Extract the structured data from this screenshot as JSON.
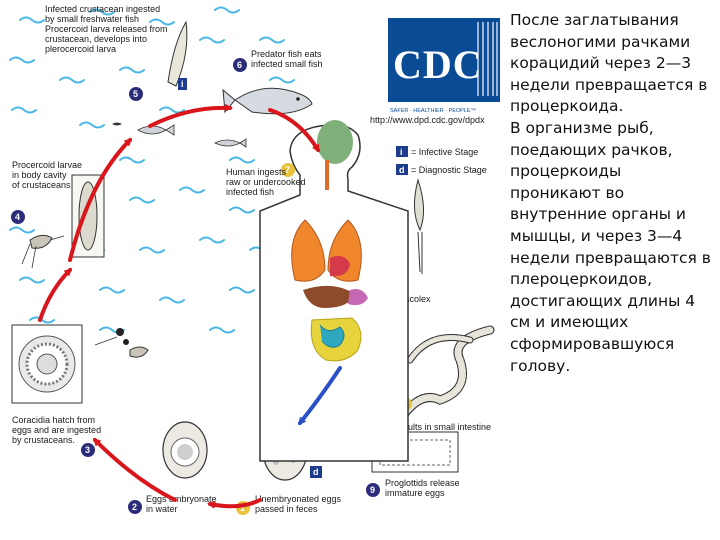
{
  "diagram": {
    "logo_text": "CDC",
    "logo_tagline": "SAFER · HEALTHIER · PEOPLE™",
    "url": "http://www.dpd.cdc.gov/dpdx",
    "legend": {
      "infective_letter": "i",
      "infective": "= Infective Stage",
      "diagnostic_letter": "d",
      "diagnostic": "= Diagnostic Stage"
    },
    "steps": {
      "s1": {
        "num": "1",
        "lines": [
          "Unembryonated eggs",
          "passed in feces"
        ]
      },
      "s2": {
        "num": "2",
        "lines": [
          "Eggs embryonate",
          "in water"
        ]
      },
      "s3": {
        "num": "3",
        "lines": [
          "Coracidia hatch from",
          "eggs and are ingested",
          "by crustaceans."
        ]
      },
      "s4": {
        "num": "4",
        "lines": [
          "Procercoid larvae",
          "in body cavity",
          "of crustaceans"
        ]
      },
      "s5": {
        "num": "5",
        "lines": [
          "Infected crustacean ingested",
          "by small freshwater fish",
          "Procercoid larva released from",
          "crustacean, develops into",
          "plerocercoid larva"
        ]
      },
      "s6": {
        "num": "6",
        "lines": [
          "Predator fish eats",
          "infected small fish"
        ]
      },
      "s7": {
        "num": "7",
        "lines": [
          "Human ingests",
          "raw or undercooked",
          "infected fish"
        ]
      },
      "s8": {
        "num": "8",
        "lines": [
          "Adults in small intestine"
        ]
      },
      "s9": {
        "num": "9",
        "lines": [
          "Proglottids release",
          "immature eggs"
        ]
      }
    },
    "scolex": "scolex"
  },
  "text": {
    "p1": "После заглатывания веслоногими рачками корацидий через 2—3 недели превращается в процеркоида.",
    "p2": "В организме рыб, поедающих рачков, процеркоиды проникают во внутренние органы и мышцы, и через 3—4 недели превращаются в плероцеркоидов, достигающих длины 4 см и имеющих сформировавшуюся голову."
  },
  "colors": {
    "arrow_red": "#d8161b",
    "arrow_blue": "#2a4fc9",
    "step_badge": "#2b2d7a",
    "infective_badge": "#e8c33a",
    "cdc_blue": "#0a4b96",
    "water": "#4ab6e6"
  }
}
